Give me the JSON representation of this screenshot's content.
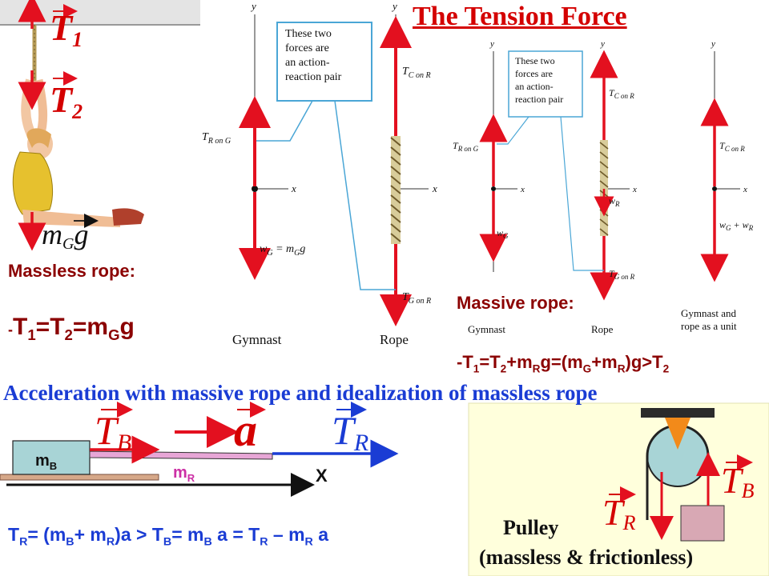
{
  "title": "The Tension Force",
  "gymnast_labels": {
    "t1": "T",
    "t1_sub": "1",
    "t2": "T",
    "t2_sub": "2",
    "mg": "m",
    "mg_sub": "G",
    "mg_g": "g"
  },
  "massless": {
    "label": "Massless rope:",
    "eq_minus": "-",
    "eq_t1": "T",
    "eq_t1_sub": "1",
    "eq_mid": "=T",
    "eq_t2_sub": "2",
    "eq_mid2": "=m",
    "eq_g_sub": "G",
    "eq_end": "g"
  },
  "fbd_large": {
    "gymnast_caption": "Gymnast",
    "rope_caption": "Rope",
    "axis_y": "y",
    "axis_x": "x",
    "callout": [
      "These two",
      "forces are",
      "an action-",
      "reaction pair"
    ],
    "t_r_on_g": "T",
    "t_r_on_g_sub": "R on G",
    "w_g": "w",
    "w_g_sub": "G",
    "w_g_rest": " = m",
    "w_g_sub2": "G",
    "w_g_end": "g",
    "t_c_on_r": "T",
    "t_c_on_r_sub": "C on R",
    "t_g_on_r": "T",
    "t_g_on_r_sub": "G on R"
  },
  "fbd_small": {
    "gymnast_caption": "Gymnast",
    "rope_caption": "Rope",
    "unit_caption_1": "Gymnast and",
    "unit_caption_2": "rope as a unit",
    "axis_y": "y",
    "axis_x": "x",
    "callout": [
      "These two",
      "forces are",
      "an action-",
      "reaction pair"
    ],
    "t_r_on_g": "T",
    "t_r_on_g_sub": "R on G",
    "w_g": "w",
    "w_g_sub": "G",
    "t_c_on_r": "T",
    "t_c_on_r_sub": "C on R",
    "w_r": "w",
    "w_r_sub": "R",
    "t_g_on_r": "T",
    "t_g_on_r_sub": "G on R",
    "unit_t": "T",
    "unit_t_sub": "C on R",
    "unit_w": "w",
    "unit_w_sub": "G",
    "unit_w_plus": " + w",
    "unit_w_sub2": "R"
  },
  "massive": {
    "label": "Massive rope:",
    "eq_a": "-T",
    "eq_a_sub": "1",
    "eq_b": "=T",
    "eq_b_sub": "2",
    "eq_c": "+m",
    "eq_c_sub": "R",
    "eq_d": "g=(m",
    "eq_d_sub": "G",
    "eq_e": "+m",
    "eq_e_sub": "R",
    "eq_f": ")g>T",
    "eq_f_sub": "2"
  },
  "acceleration": {
    "heading": "Acceleration with massive rope and idealization of massless rope",
    "tb": "T",
    "tb_sub": "B",
    "a": "a",
    "tr": "T",
    "tr_sub": "R",
    "mb": "m",
    "mb_sub": "B",
    "mr": "m",
    "mr_sub": "R",
    "x_axis": "X"
  },
  "bottom_eq": {
    "p1": "T",
    "p1_sub": "R",
    "p2": "= (m",
    "p2_sub": "B",
    "p3": "+ m",
    "p3_sub": "R",
    "p4": ")a > T",
    "p4_sub": "B",
    "p5": "= m",
    "p5_sub": "B",
    "p6": " a = T",
    "p6_sub": "R",
    "p7": " – m",
    "p7_sub": "R",
    "p8": " a"
  },
  "pulley": {
    "line1": "Pulley",
    "line2": "(massless & frictionless)",
    "tr": "T",
    "tr_sub": "R",
    "tb": "T",
    "tb_sub": "B"
  },
  "colors": {
    "title": "#d40000",
    "dark_red": "#8b0000",
    "blue": "#1a3cd4",
    "arrow_red": "#e3101f",
    "callout_blue": "#4aa6d6",
    "pulley_bg": "#ffffdc"
  }
}
